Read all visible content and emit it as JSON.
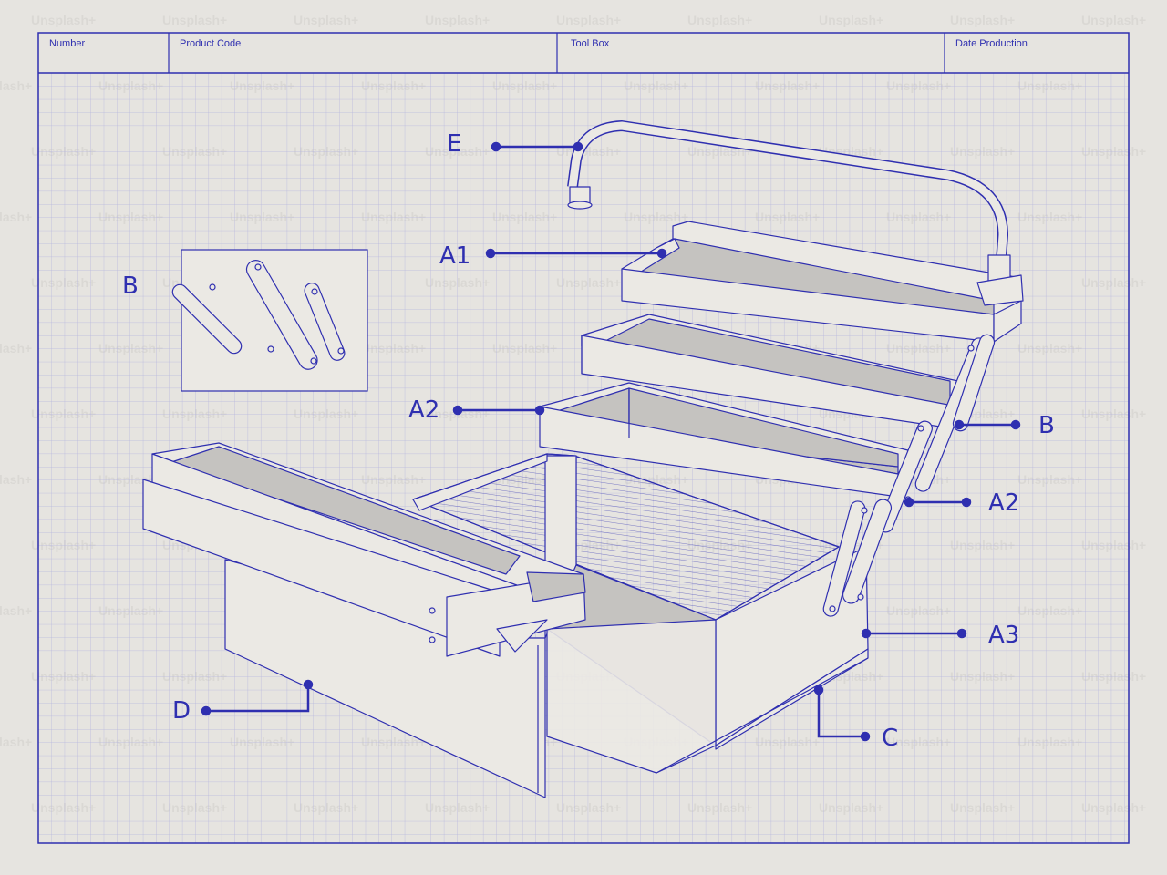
{
  "header": {
    "number_label": "Number",
    "product_code_label": "Product Code",
    "tool_box_label": "Tool Box",
    "date_production_label": "Date Production"
  },
  "callouts": {
    "e": "E",
    "a1": "A1",
    "b_inset": "B",
    "a2_left": "A2",
    "b_right": "B",
    "a2_right": "A2",
    "a3": "A3",
    "c": "C",
    "d": "D"
  },
  "watermark": {
    "text": "Unsplash+"
  },
  "colors": {
    "ink": "#2f2fb0",
    "paper": "#e6e4e0",
    "grid": "#b8b8de",
    "panel": "#ebe9e4",
    "shade": "#c5c3c0"
  }
}
